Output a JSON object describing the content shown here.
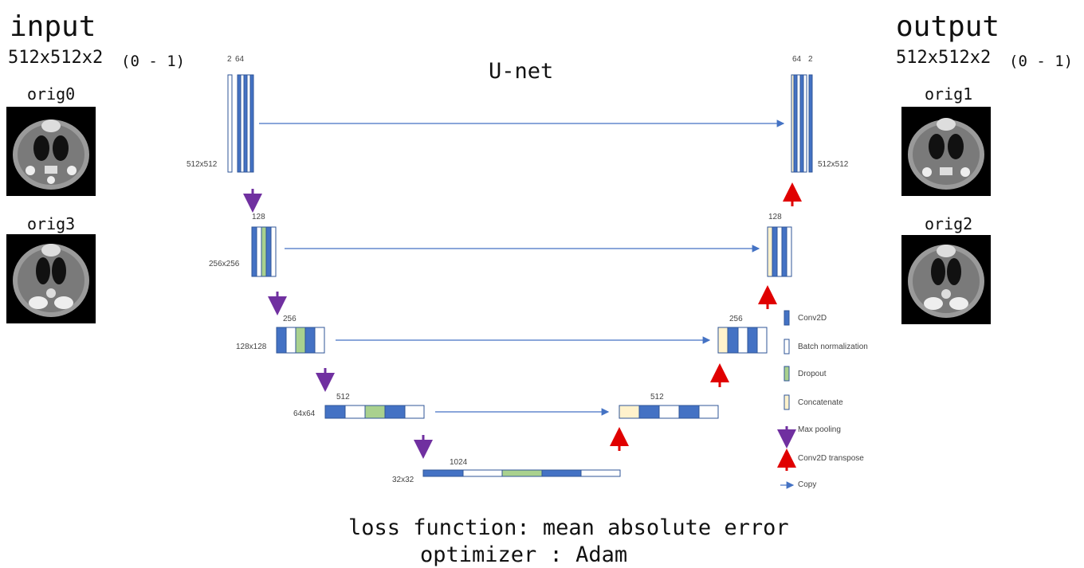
{
  "input": {
    "title": "input",
    "shape": "512x512x2",
    "range": "(0 - 1)",
    "images": [
      "orig0",
      "orig3"
    ]
  },
  "output": {
    "title": "output",
    "shape": "512x512x2",
    "range": "(0 - 1)",
    "images": [
      "orig1",
      "orig2"
    ]
  },
  "network": {
    "title": "U-net",
    "encoder": [
      {
        "size": "512x512",
        "channels": [
          "2",
          "64"
        ]
      },
      {
        "size": "256x256",
        "channels": [
          "128"
        ]
      },
      {
        "size": "128x128",
        "channels": [
          "256"
        ]
      },
      {
        "size": "64x64",
        "channels": [
          "512"
        ]
      }
    ],
    "bottleneck": {
      "size": "32x32",
      "channels": [
        "1024"
      ]
    },
    "decoder": [
      {
        "channels": [
          "512"
        ]
      },
      {
        "channels": [
          "256"
        ]
      },
      {
        "channels": [
          "128"
        ]
      },
      {
        "channels": [
          "64",
          "2"
        ],
        "size": "512x512"
      }
    ]
  },
  "legend": [
    {
      "key": "conv",
      "label": "Conv2D"
    },
    {
      "key": "bn",
      "label": "Batch normalization"
    },
    {
      "key": "drop",
      "label": "Dropout"
    },
    {
      "key": "concat",
      "label": "Concatenate"
    },
    {
      "key": "pool",
      "label": "Max pooling"
    },
    {
      "key": "transpose",
      "label": "Conv2D transpose"
    },
    {
      "key": "copy",
      "label": "Copy"
    }
  ],
  "colors": {
    "conv": "#4472c4",
    "bn": "#ffffff",
    "drop": "#a9d18e",
    "concat": "#fff2cc",
    "block_border": "#2f5597",
    "pool_arrow": "#7030a0",
    "transpose_arrow": "#e00000",
    "copy_arrow": "#4472c4"
  },
  "footer": {
    "loss": "loss function: mean absolute error",
    "optimizer": "optimizer : Adam"
  }
}
